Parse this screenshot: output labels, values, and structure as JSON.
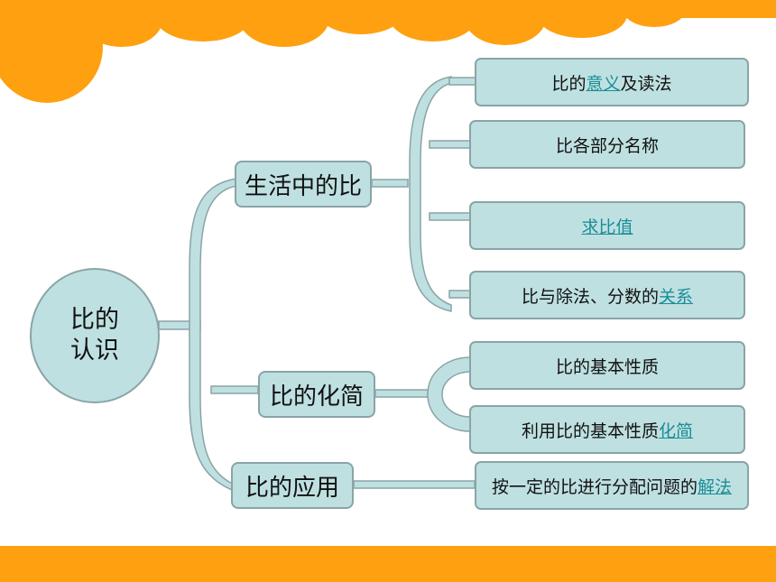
{
  "root": {
    "line1": "比的",
    "line2": "认识"
  },
  "branches": [
    {
      "label": "生活中的比",
      "leaves": [
        {
          "before": "比的",
          "link": "意义",
          "after": "及读法"
        },
        {
          "before": "比各部分名称",
          "link": "",
          "after": ""
        },
        {
          "before": "",
          "link": "求比值",
          "after": ""
        },
        {
          "before": "比与除法、分数的",
          "link": "关系",
          "after": ""
        }
      ]
    },
    {
      "label": "比的化简",
      "leaves": [
        {
          "before": "比的基本性质",
          "link": "",
          "after": ""
        },
        {
          "before": "利用比的基本性质",
          "link": "化简",
          "after": ""
        }
      ]
    },
    {
      "label": "比的应用",
      "leaves": [
        {
          "before": "按一定的比进行分配问题的",
          "link": "解法",
          "after": ""
        }
      ]
    }
  ],
  "colors": {
    "node_fill": "#bfe0e1",
    "node_border": "#8aa4a6",
    "link_text": "#1a8e97",
    "cloud": "#ffa010",
    "bar": "#ffa010"
  }
}
